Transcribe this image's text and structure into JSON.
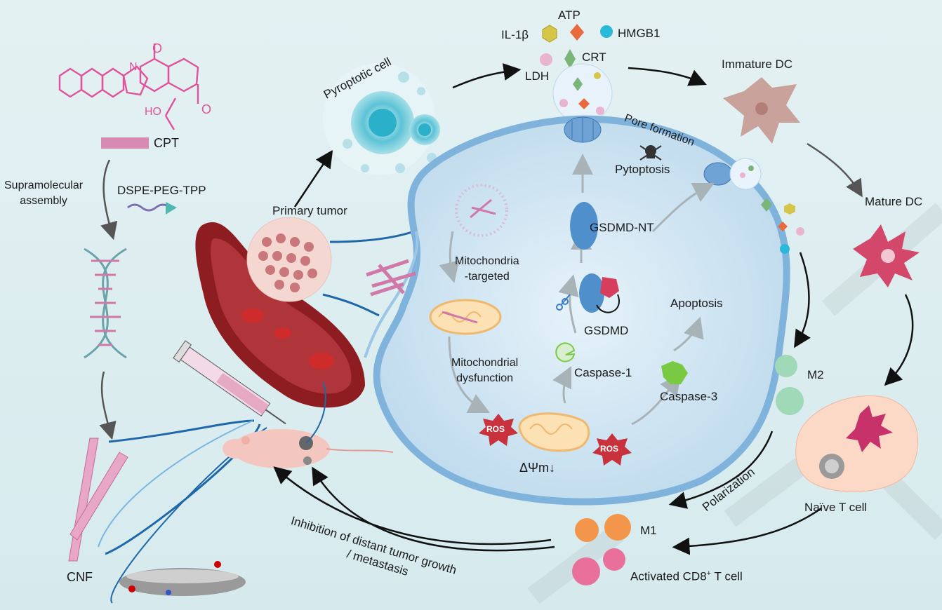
{
  "labels": {
    "cpt": "CPT",
    "supramolecular_assembly": [
      "Supramolecular",
      "assembly"
    ],
    "dspe_peg_tpp": "DSPE-PEG-TPP",
    "cnf": "CNF",
    "primary_tumor": "Primary tumor",
    "pyroptotic_cell": "Pyroptotic cell",
    "il1b": "IL-1β",
    "atp": "ATP",
    "hmgb1": "HMGB1",
    "ldh": "LDH",
    "crt": "CRT",
    "immature_dc": "Immature DC",
    "mature_dc": "Mature DC",
    "pore_formation": "Pore formation",
    "pytoptosis": "Pytoptosis",
    "mitochondria_targeted": [
      "Mitochondria",
      "-targeted"
    ],
    "mitochondrial_dysfunction": [
      "Mitochondrial",
      "dysfunction"
    ],
    "gsdmd_nt": "GSDMD-NT",
    "gsdmd": "GSDMD",
    "apoptosis": "Apoptosis",
    "caspase1": "Caspase-1",
    "caspase3": "Caspase-3",
    "ros": "ROS",
    "delta_psi": "ΔΨm↓",
    "m2": "M2",
    "m1": "M1",
    "polarization": "Polarization",
    "naive_t_cell": "Naïve T cell",
    "activated_cd8_prefix": "Activated CD8",
    "activated_cd8_sup": "+",
    "activated_cd8_suffix": " T cell",
    "inhibition": [
      "Inhibition of distant tumor growth",
      "/ metastasis"
    ],
    "chem_o": "O",
    "chem_n": "N",
    "chem_ho": "HO"
  },
  "colors": {
    "background": "#dfeef0",
    "cpt_pink": "#e0529a",
    "cell_membrane": "#7fb3dc",
    "cell_fill": "#c9e2f0",
    "ros_red": "#c8323c",
    "gsdmd_blue": "#4f8fcb",
    "caspase_green": "#7ac943",
    "dc_immature": "#c9a39b",
    "dc_mature": "#d2476a",
    "vessel": "#8e1d22"
  }
}
